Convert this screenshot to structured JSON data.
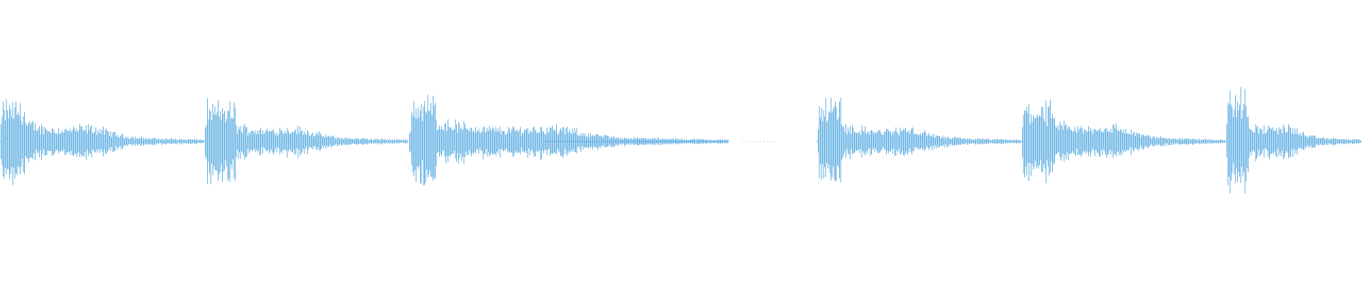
{
  "waveform": {
    "color": "#5dade2",
    "segments": [
      {
        "start": 0.0,
        "end": 0.15,
        "amp": 0.7,
        "lead": 0.015,
        "leadAmp": 0.9
      },
      {
        "start": 0.15,
        "end": 0.3,
        "amp": 0.65,
        "lead": 0.02,
        "leadAmp": 0.85
      },
      {
        "start": 0.3,
        "end": 0.535,
        "amp": 0.7,
        "lead": 0.015,
        "leadAmp": 1.0
      },
      {
        "start": 0.6,
        "end": 0.75,
        "amp": 0.6,
        "lead": 0.015,
        "leadAmp": 0.95
      },
      {
        "start": 0.75,
        "end": 0.9,
        "amp": 0.75,
        "lead": 0.02,
        "leadAmp": 0.85
      },
      {
        "start": 0.9,
        "end": 1.0,
        "amp": 0.75,
        "lead": 0.015,
        "leadAmp": 1.1
      }
    ],
    "silence_dots": {
      "start": 0.545,
      "end": 0.57
    }
  }
}
